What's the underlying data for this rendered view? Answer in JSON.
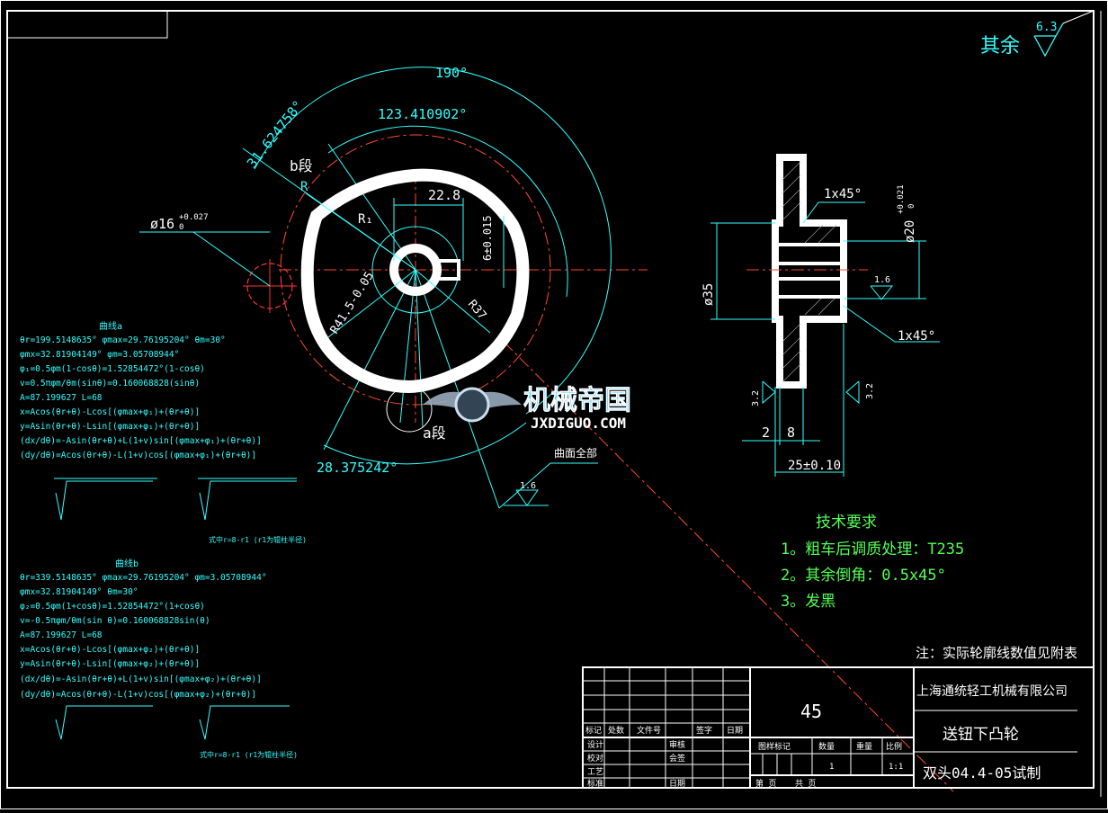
{
  "colors": {
    "background": "#000000",
    "outline": "#ffffff",
    "dimension": "#33ffff",
    "center_line": "#ff4a2a",
    "note": "#44ff44",
    "watermark": "#33ccff"
  },
  "corner": {
    "label": "其余",
    "roughness": "6.3"
  },
  "cam": {
    "angle_190": "190°",
    "angle_123": "123.410902°",
    "angle_31": "31.624758°",
    "angle_28": "28.375242°",
    "b_seg": "b段",
    "a_seg": "a段",
    "R": "R",
    "R1": "R₁",
    "dim_22_8": "22.8",
    "dim_6": "6±0.015",
    "dim_R41": "R41.5-0.05",
    "dim_R37": "R37",
    "dia16": "ø16",
    "dia16_tol": "+0.027",
    "dia16_tol0": "0",
    "surface_note": "曲面全部",
    "surface_rough": "1.6"
  },
  "side": {
    "chamfer_top": "1x45°",
    "chamfer_bottom": "1x45°",
    "dia20": "ø20",
    "dia20_tol": "+0.021",
    "dia20_tol0": "0",
    "dia35": "ø35",
    "rough16": "1.6",
    "rough32_left": "3.2",
    "rough32_right": "3.2",
    "dim_2": "2",
    "dim_8": "8",
    "dim_25": "25±0.10"
  },
  "watermark": {
    "cn": "机械帝国",
    "en": "JXDIGUO.COM"
  },
  "formula_a": {
    "title": "曲线a",
    "lines": [
      "θr=199.5148635°  φmax=29.76195204°  θm=30°",
      "φmx=32.81904149°  φm=3.05708944°",
      "φ₁=0.5φm(1-cosθ)=1.52854472°(1-cosθ)",
      "v=0.5πφm/θm(sinθ)=0.160068828(sinθ)",
      "A=87.199627  L=68",
      "x=Acos(θr+θ)-Lcos[(φmax+φ₁)+(θr+θ)]",
      "y=Asin(θr+θ)-Lsin[(φmax+φ₁)+(θr+θ)]",
      "(dx/dθ)=-Asin(θr+θ)+L(1+v)sin[(φmax+φ₁)+(θr+θ)]",
      "(dy/dθ)=Acos(θr+θ)-L(1+v)cos[(φmax+φ₁)+(θr+θ)]"
    ],
    "note_r": "式中r=8-r1 (r1为辊柱半径)"
  },
  "formula_b": {
    "title": "曲线b",
    "lines": [
      "θr=339.5148635°  φmax=29.76195204°  φm=3.05708944°",
      "φmx=32.81904149°  θm=30°",
      "φ₂=0.5φm(1+cosθ)=1.52854472°(1+cosθ)",
      "v=-0.5πφm/θm(sin θ)=0.160068828sin(θ)",
      "A=87.199627  L=68",
      "x=Acos(θr+θ)-Lcos[(φmax+φ₂)+(θr+θ)]",
      "y=Asin(θr+θ)-Lsin[(φmax+φ₂)+(θr+θ)]",
      "(dx/dθ)=-Asin(θr+θ)+L(1+v)sin[(φmax+φ₂)+(θr+θ)]",
      "(dy/dθ)=Acos(θr+θ)-L(1+v)cos[(φmax+φ₂)+(θr+θ)]"
    ],
    "note_r": "式中r=8-r1 (r1为辊柱半径)"
  },
  "tech": {
    "title": "技术要求",
    "items": [
      "1。粗车后调质处理：T235",
      "2。其余倒角：0.5x45°",
      "3。发黑"
    ],
    "note": "注：实际轮廓线数值见附表"
  },
  "title_block": {
    "material": "45",
    "company": "上海通统轻工机械有限公司",
    "part_name": "送钮下凸轮",
    "drawing_no": "双头04.4-05试制",
    "labels": {
      "mark": "标记",
      "count": "处数",
      "file": "文件号",
      "sign": "签字",
      "date": "日期",
      "design": "设计",
      "check": "校对",
      "process": "工艺",
      "standard": "标准",
      "review": "审核",
      "countersign": "会签",
      "date2": "日期",
      "stage_mark": "图样标记",
      "qty": "数量",
      "weight": "重量",
      "scale": "比例",
      "qty_val": "1",
      "scale_val": "1:1",
      "sheets": "第  页",
      "total": "共  页"
    }
  }
}
